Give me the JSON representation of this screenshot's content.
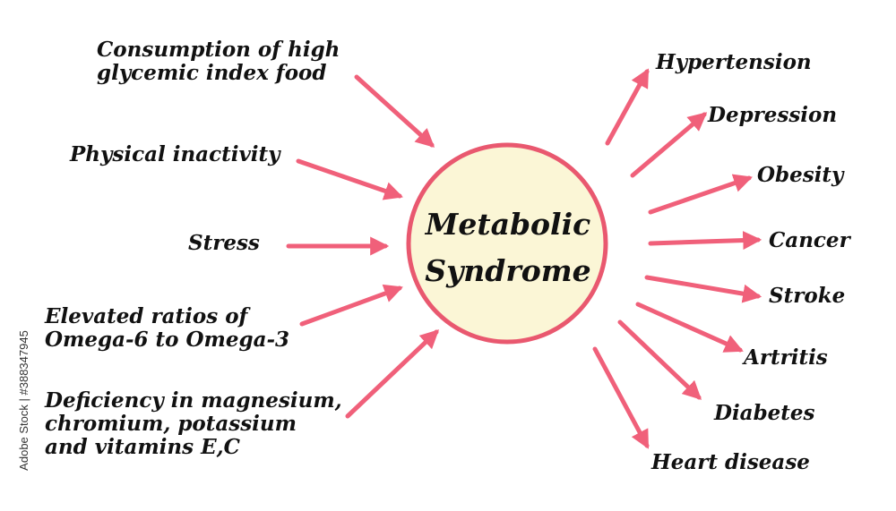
{
  "colors": {
    "arrow": "#f0607a",
    "circle_fill": "#fbf6d6",
    "circle_stroke": "#e9586f",
    "text": "#111111"
  },
  "center": {
    "line1": "Metabolic",
    "line2": "Syndrome"
  },
  "causes": [
    {
      "lines": [
        "Consumption of high",
        "glycemic  index food"
      ]
    },
    {
      "lines": [
        "Physical inactivity"
      ]
    },
    {
      "lines": [
        "Stress"
      ]
    },
    {
      "lines": [
        "Elevated ratios of",
        "Omega-6 to Omega-3"
      ]
    },
    {
      "lines": [
        "Deficiency in magnesium,",
        "chromium, potassium",
        "and vitamins E,C"
      ]
    }
  ],
  "effects": [
    "Hypertension",
    "Depression",
    "Obesity",
    "Cancer",
    "Stroke",
    "Artritis",
    "Diabetes",
    "Heart disease"
  ],
  "side_credit": "Adobe Stock | #388347945"
}
